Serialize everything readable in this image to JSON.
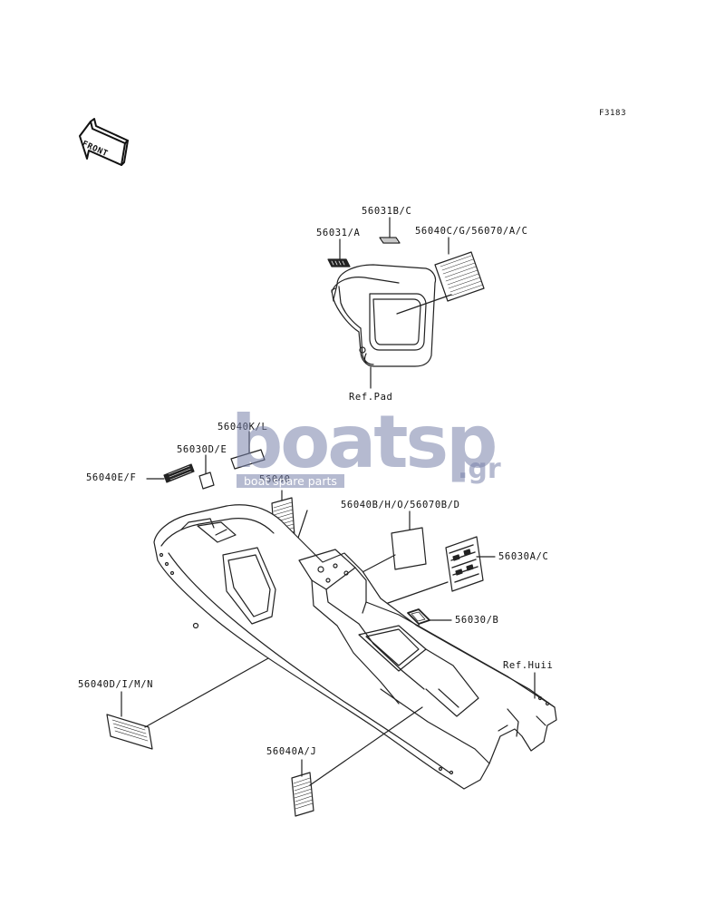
{
  "figure_code": "F3183",
  "front_arrow_text": "FRONT",
  "labels": {
    "l56031bc": "56031B/C",
    "l56031a": "56031/A",
    "l56040cg": "56040C/G/56070/A/C",
    "lrefpad": "Ref.Pad",
    "l56040kl": "56040K/L",
    "l56030de": "56030D/E",
    "l56040ef": "56040E/F",
    "l56040": "56040",
    "l56040bh": "56040B/H/O/56070B/D",
    "l56030ac": "56030A/C",
    "l56030b": "56030/B",
    "lrefhull": "Ref.Huii",
    "l56040dimn": "56040D/I/M/N",
    "l56040aj": "56040A/J"
  },
  "watermark": {
    "main": "boatsp",
    "tld": ".gr",
    "sub": "boat spare parts"
  }
}
